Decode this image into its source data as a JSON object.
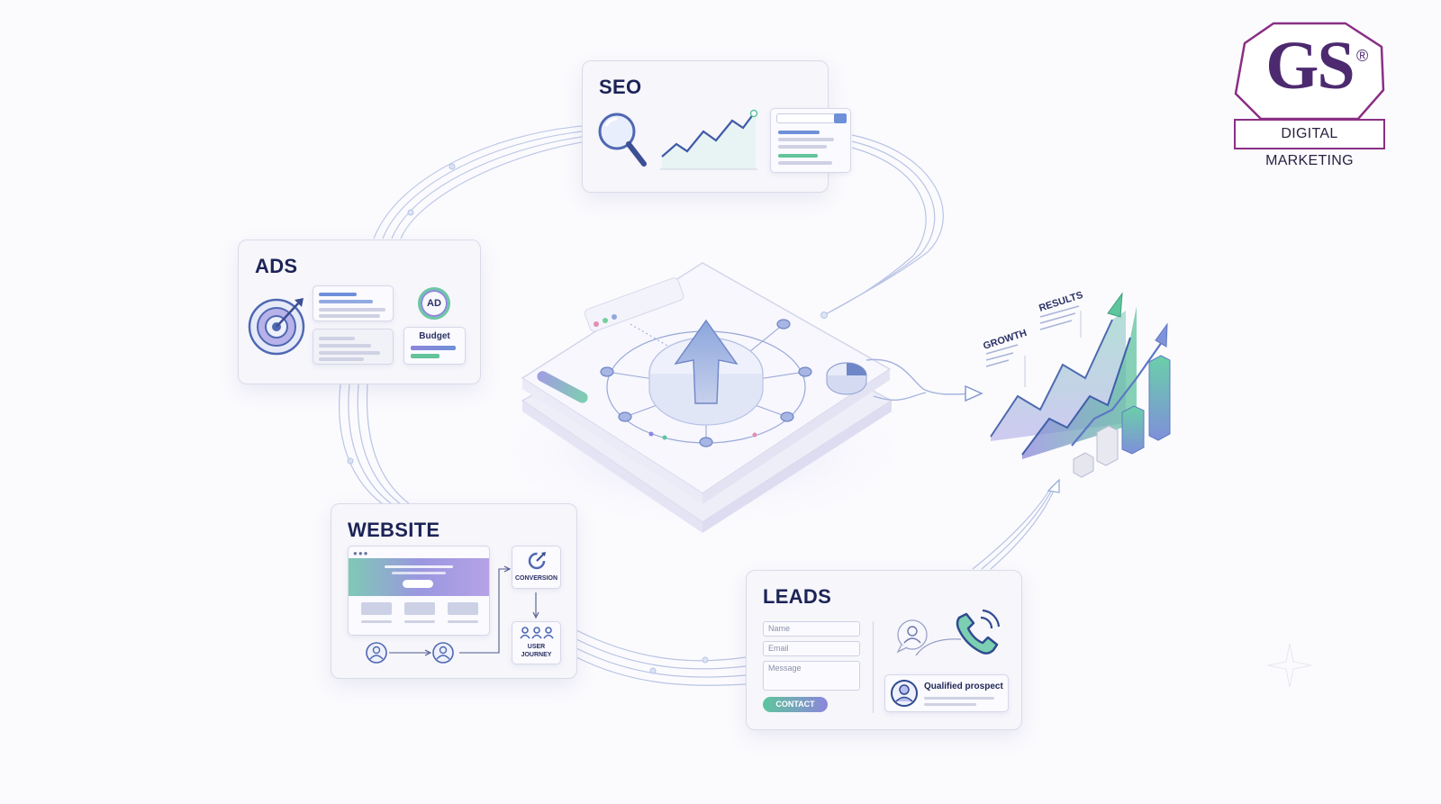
{
  "brand": {
    "logo_letters": "GS",
    "registered_mark": "®",
    "tagline": "DIGITAL MARKETING"
  },
  "cards": {
    "seo": {
      "title": "SEO"
    },
    "ads": {
      "title": "ADS",
      "ad_badge": "AD",
      "budget_label": "Budget"
    },
    "website": {
      "title": "WEBSITE",
      "conversion_label": "CONVERSION",
      "journey_label_line1": "USER",
      "journey_label_line2": "JOURNEY"
    },
    "leads": {
      "title": "LEADS",
      "name_placeholder": "Name",
      "email_placeholder": "Email",
      "message_placeholder": "Message",
      "contact_button": "CONTACT",
      "prospect_label": "Qualified prospect"
    }
  },
  "results_chart": {
    "growth_label": "GROWTH",
    "results_label": "RESULTS"
  },
  "colors": {
    "navy": "#1c2356",
    "accent_purple": "#8c86dc",
    "accent_green": "#5ec59c",
    "accent_blue": "#6f8fd8",
    "logo_purple": "#8a2f84"
  }
}
